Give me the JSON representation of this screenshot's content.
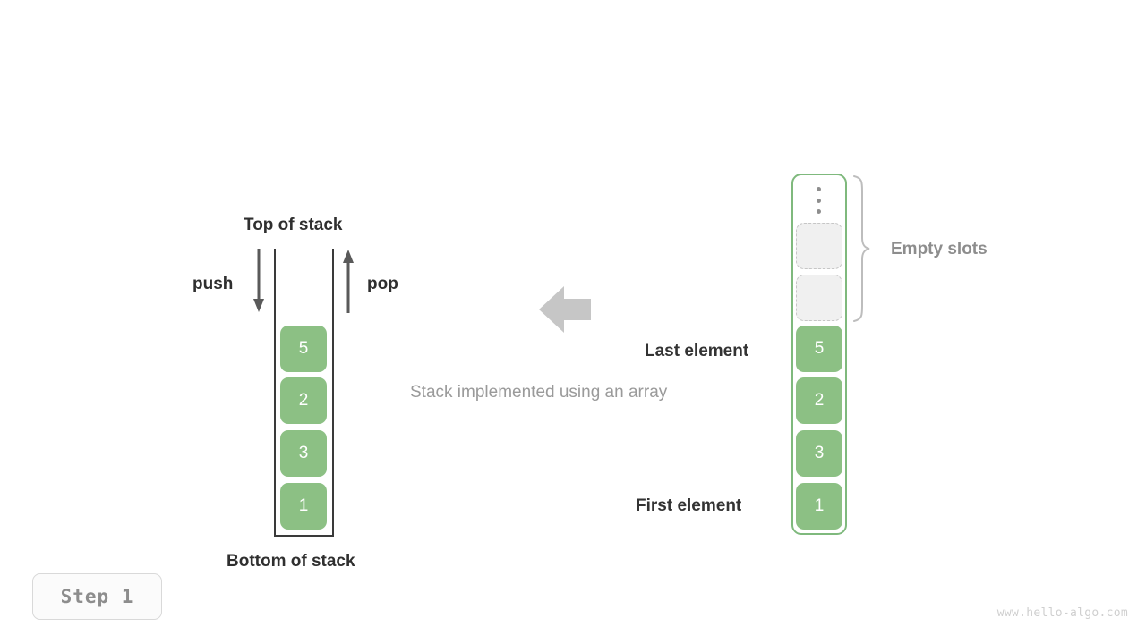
{
  "diagram": {
    "caption": "Stack implemented using an array",
    "step_badge": "Step  1",
    "watermark": "www.hello-algo.com",
    "colors": {
      "element_fill": "#8cc084",
      "element_text": "#ffffff",
      "array_border": "#7fb97d",
      "empty_slot_fill": "#f0f0f0",
      "empty_slot_border": "#c6c6c6",
      "wall": "#3a3a3a",
      "arrow_gray": "#5a5a5a",
      "transform_arrow": "#c6c6c6",
      "label_dark": "#333333",
      "label_muted": "#9a9a9a"
    }
  },
  "stack": {
    "top_label": "Top of stack",
    "bottom_label": "Bottom of stack",
    "push_label": "push",
    "pop_label": "pop",
    "push_icon": "arrow-down-icon",
    "pop_icon": "arrow-up-icon",
    "elements": [
      {
        "value": "5"
      },
      {
        "value": "2"
      },
      {
        "value": "3"
      },
      {
        "value": "1"
      }
    ]
  },
  "transform": {
    "icon": "arrow-left-icon"
  },
  "array": {
    "empty_slots_label": "Empty slots",
    "last_element_label": "Last element",
    "first_element_label": "First element",
    "ellipsis_icon": "vertical-ellipsis-icon",
    "brace_icon": "curly-brace-icon",
    "slots": [
      {
        "value": "",
        "kind": "empty"
      },
      {
        "value": "",
        "kind": "empty"
      },
      {
        "value": "5",
        "kind": "filled"
      },
      {
        "value": "2",
        "kind": "filled"
      },
      {
        "value": "3",
        "kind": "filled"
      },
      {
        "value": "1",
        "kind": "filled"
      }
    ]
  }
}
